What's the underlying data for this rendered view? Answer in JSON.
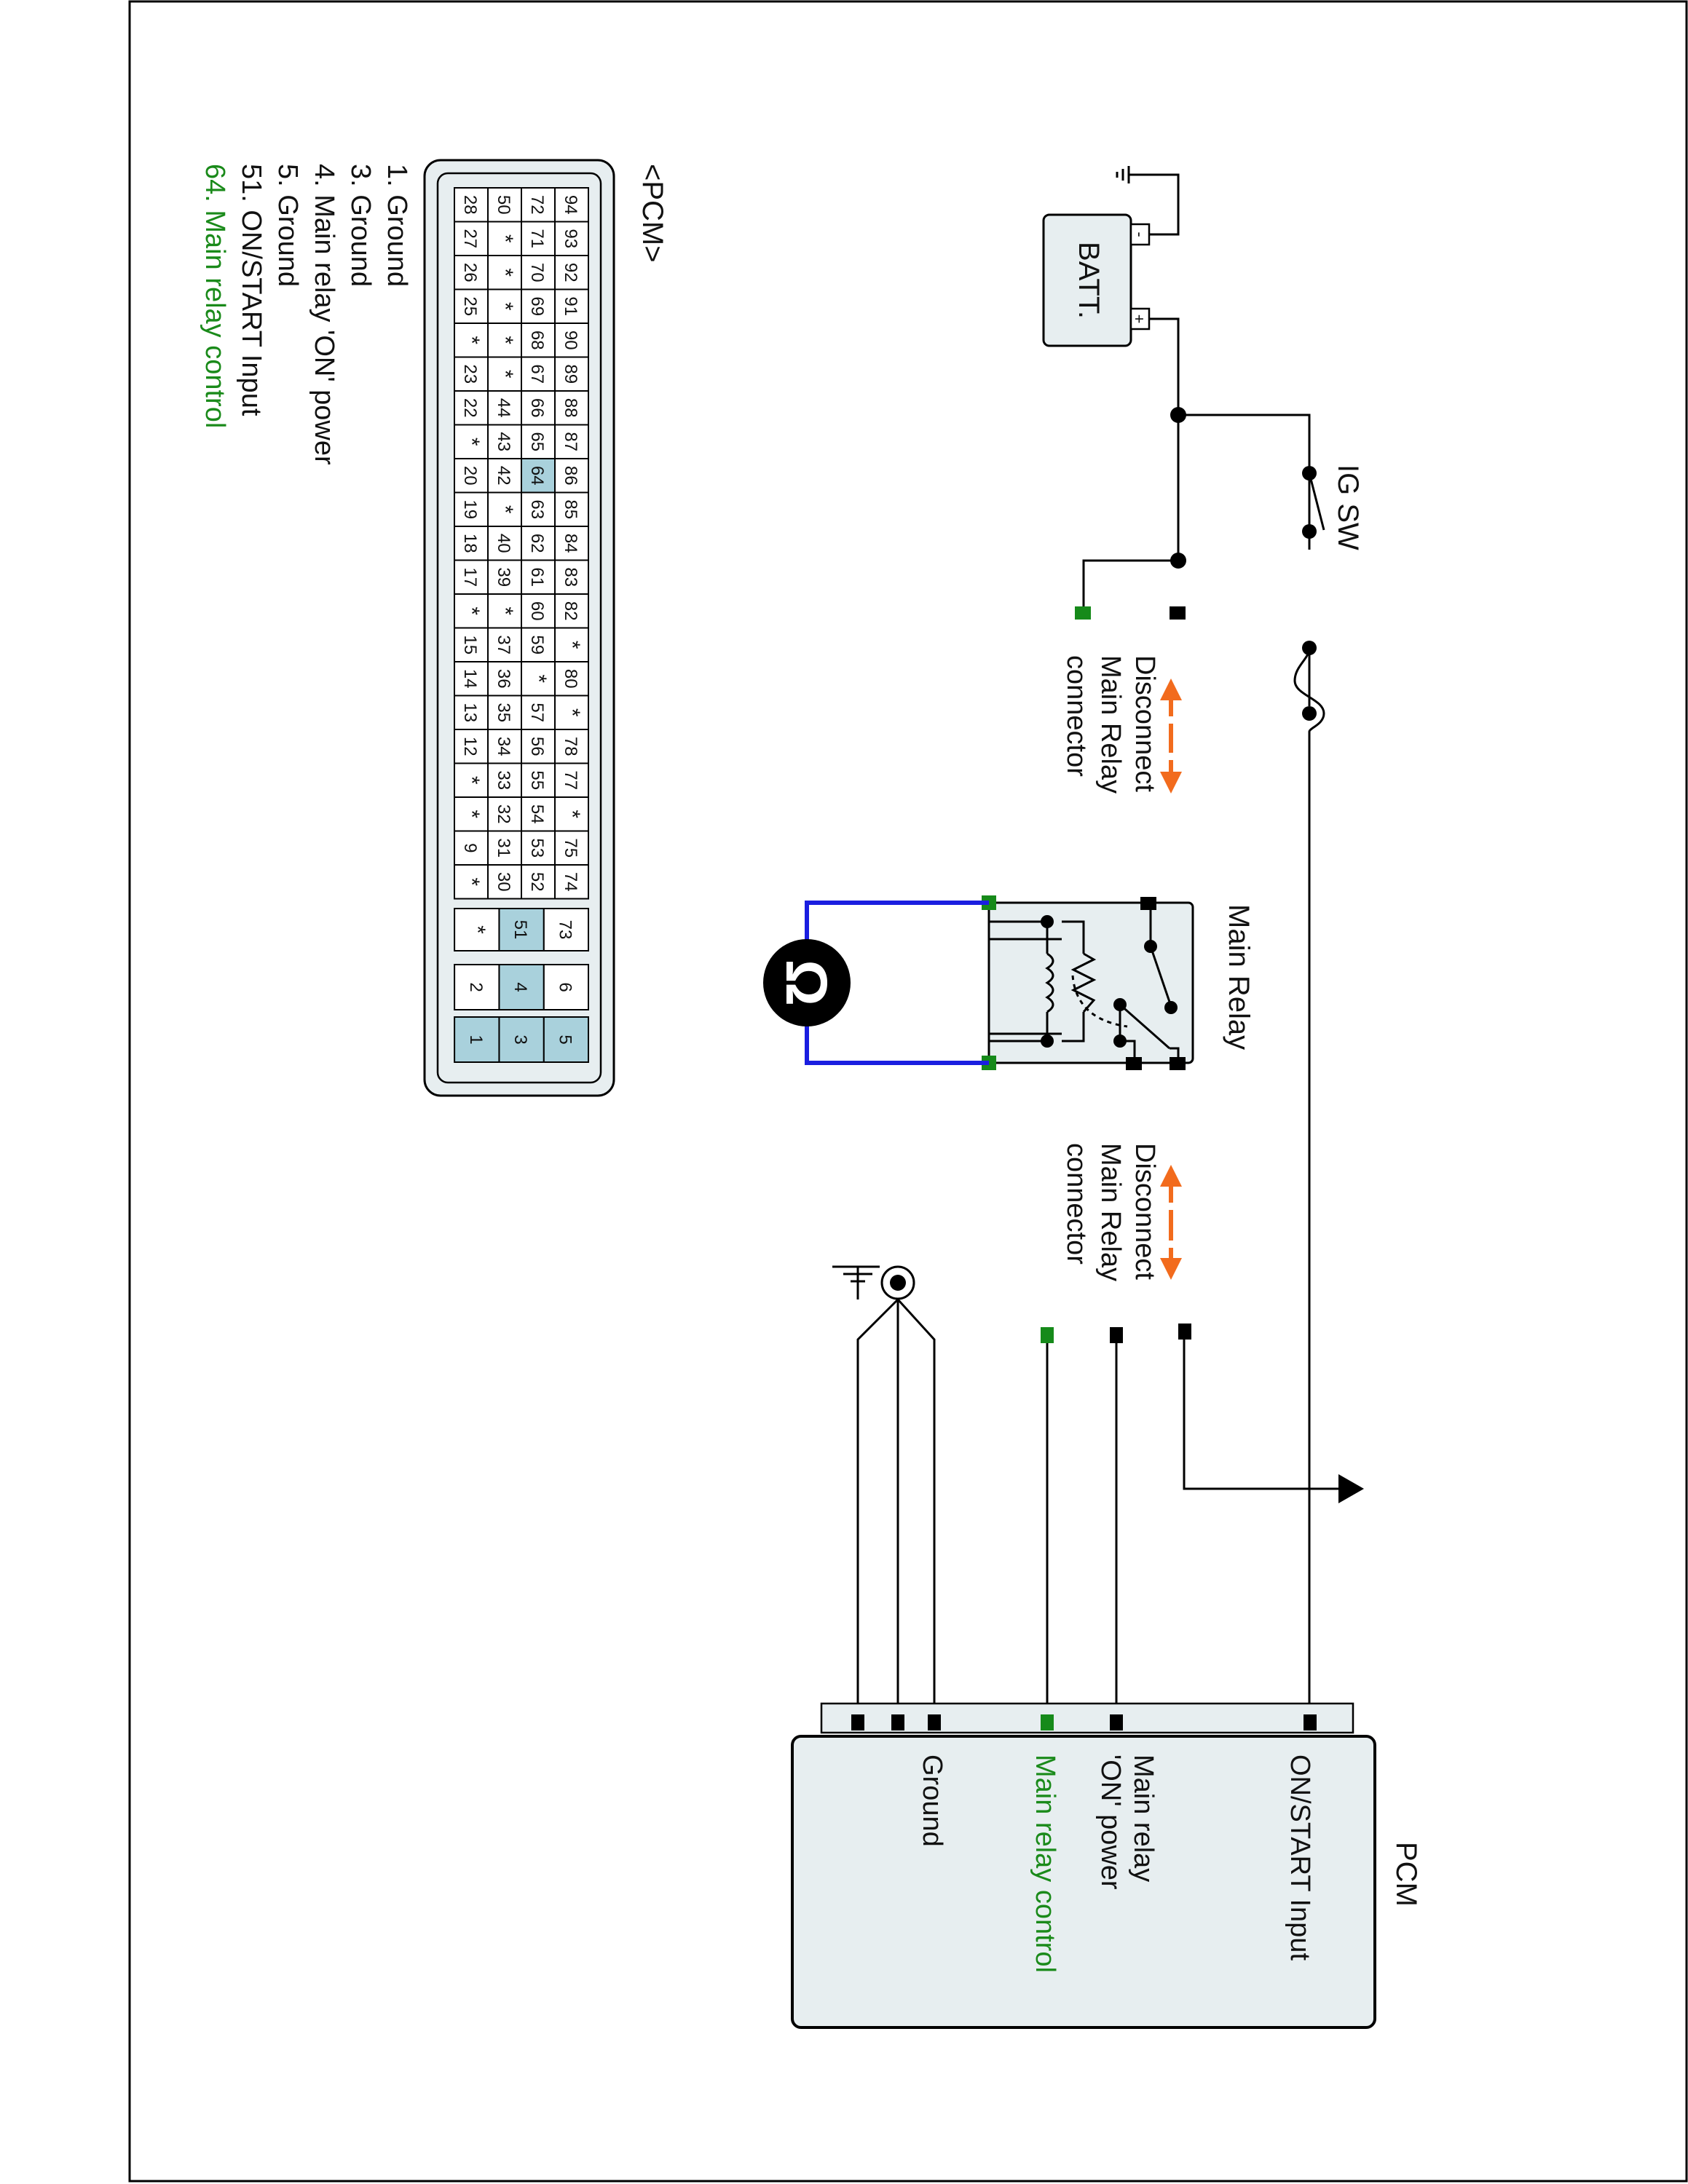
{
  "colors": {
    "wire": "#000000",
    "meter_wire": "#1a1ee0",
    "pin_black": "#000000",
    "pin_green": "#168a1a",
    "highlight_text": "#1a8a1a",
    "arrow": "#f26b1d",
    "box_fill": "#e7eef0",
    "pin_highlight": "#a9d1dc"
  },
  "battery": {
    "label": "BATT.",
    "plus": "+",
    "minus": "-"
  },
  "ig_switch": {
    "label": "IG SW"
  },
  "main_relay": {
    "label": "Main Relay"
  },
  "disconnect_top": {
    "lines": [
      "Disconnect",
      "Main Relay",
      "connector"
    ]
  },
  "disconnect_bottom": {
    "lines": [
      "Disconnect",
      "Main Relay",
      "connector"
    ]
  },
  "meter": {
    "symbol": "Ω",
    "icon": "ohmmeter-icon"
  },
  "pcm_box": {
    "title": "PCM",
    "labels": {
      "on_start": "ON/START Input",
      "main_relay_on_line1": "Main relay",
      "main_relay_on_line2": "'ON' power",
      "main_relay_control": "Main relay control",
      "ground": "Ground"
    }
  },
  "connector": {
    "title": "<PCM>",
    "main_grid": [
      [
        "94",
        "93",
        "92",
        "91",
        "90",
        "89",
        "88",
        "87",
        "86",
        "85",
        "84",
        "83",
        "82",
        "*",
        "80",
        "*",
        "78",
        "77",
        "*",
        "75",
        "74"
      ],
      [
        "72",
        "71",
        "70",
        "69",
        "68",
        "67",
        "66",
        "65",
        "64",
        "63",
        "62",
        "61",
        "60",
        "59",
        "*",
        "57",
        "56",
        "55",
        "54",
        "53",
        "52"
      ],
      [
        "50",
        "*",
        "*",
        "*",
        "*",
        "*",
        "44",
        "43",
        "42",
        "*",
        "40",
        "39",
        "*",
        "37",
        "36",
        "35",
        "34",
        "33",
        "32",
        "31",
        "30"
      ],
      [
        "28",
        "27",
        "26",
        "25",
        "*",
        "23",
        "22",
        "*",
        "20",
        "19",
        "18",
        "17",
        "*",
        "15",
        "14",
        "13",
        "12",
        "*",
        "*",
        "9",
        "*"
      ]
    ],
    "mid_column": [
      "73",
      "51",
      "*"
    ],
    "power_block": [
      [
        "6",
        "5"
      ],
      [
        "4",
        "3"
      ],
      [
        "2",
        "1"
      ]
    ],
    "highlighted": [
      "64",
      "51",
      "1",
      "3",
      "4",
      "5"
    ]
  },
  "pin_legend": [
    "1. Ground",
    "3. Ground",
    "4. Main relay 'ON' power",
    "5. Ground",
    "51. ON/START Input",
    "64. Main relay control"
  ]
}
